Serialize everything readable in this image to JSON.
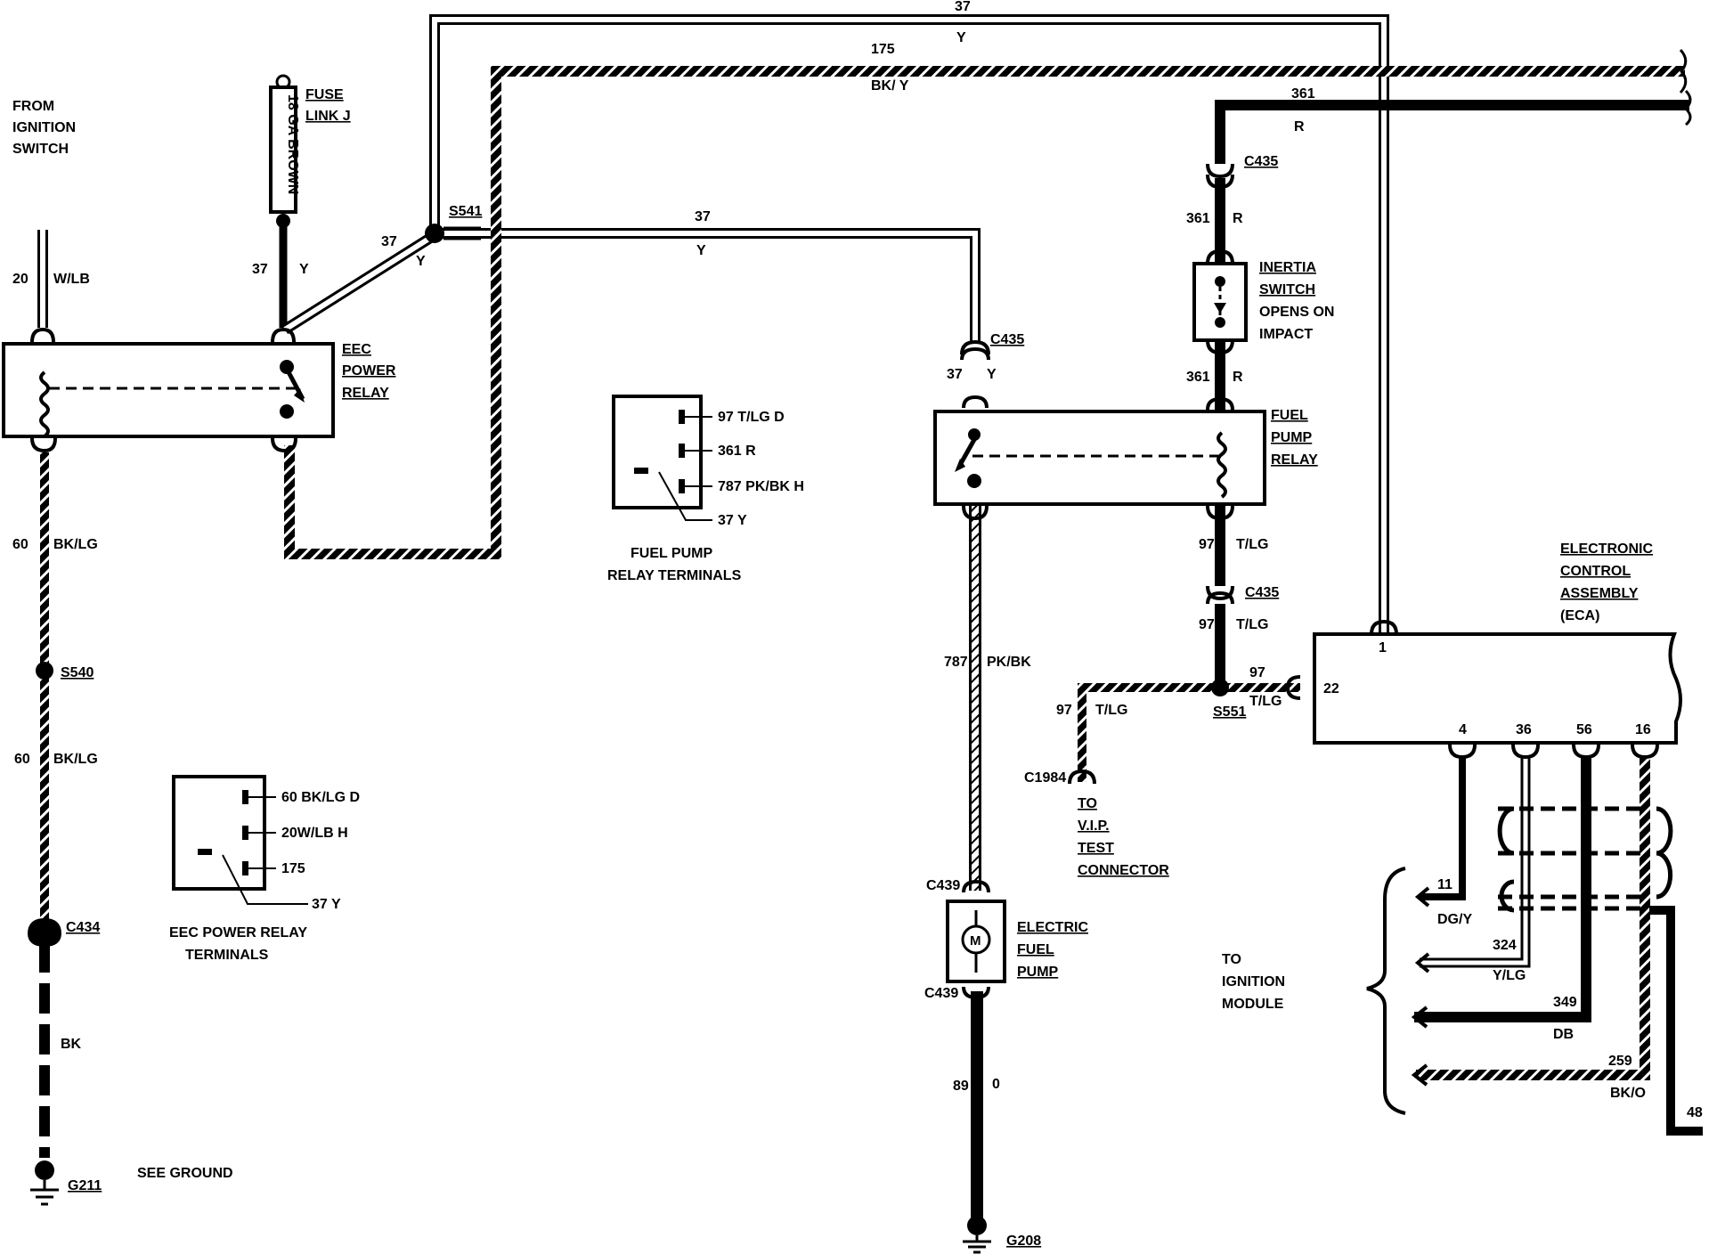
{
  "labels": {
    "from_ignition": [
      "FROM",
      "IGNITION",
      "SWITCH"
    ],
    "fuse": [
      "FUSE",
      "LINK J"
    ],
    "fuse_wire": "18 GA BROWN",
    "eec_relay": [
      "EEC",
      "POWER",
      "RELAY"
    ],
    "fuel_pump_relay": [
      "FUEL",
      "PUMP",
      "RELAY"
    ],
    "inertia": [
      "INERTIA",
      "SWITCH",
      "OPENS ON",
      "IMPACT"
    ],
    "eca": [
      "ELECTRONIC",
      "CONTROL",
      "ASSEMBLY",
      "(ECA)"
    ],
    "electric_fuel_pump": [
      "ELECTRIC",
      "FUEL",
      "PUMP"
    ],
    "vip": [
      "TO",
      "V.I.P.",
      "TEST",
      "CONNECTOR"
    ],
    "ignition_module": [
      "TO",
      "IGNITION",
      "MODULE"
    ],
    "see_ground": "SEE GROUND",
    "fp_terminals_title": [
      "FUEL PUMP",
      "RELAY TERMINALS"
    ],
    "eec_terminals_title": [
      "EEC POWER RELAY",
      "TERMINALS"
    ]
  },
  "wires": {
    "w20": "20",
    "w20_color": "W/LB",
    "w60": "60",
    "w60_color": "BK/LG",
    "w60b": "60",
    "w60b_color": "BK/LG",
    "bk": "BK",
    "w37_fuse": "37",
    "w37_fuse_color": "Y",
    "w37_diag": "37",
    "w37_diag_color": "Y",
    "w37_top": "37",
    "w37_top_color": "Y",
    "w175": "175",
    "w175_color": "BK/ Y",
    "w361_top": "361",
    "w361_top_color": "R",
    "w361_a": "361",
    "w361_a_color": "R",
    "w361_b": "361",
    "w361_b_color": "R",
    "w37_mid": "37",
    "w37_mid_color": "Y",
    "w37_c435": "37",
    "w37_c435_color": "Y",
    "w97_a": "97",
    "w97_a_color": "T/LG",
    "w97_b": "97",
    "w97_b_color": "T/LG",
    "w97_c": "97",
    "w97_c_color": "T/LG",
    "w97_d": "97",
    "w97_d_color": "T/LG",
    "w787": "787",
    "w787_color": "PK/BK",
    "w89": "89",
    "w89_color": "0",
    "w11": "11",
    "w11_color": "DG/Y",
    "w324": "324",
    "w324_color": "Y/LG",
    "w349": "349",
    "w349_color": "DB",
    "w259": "259",
    "w259_color": "BK/O",
    "w48": "48"
  },
  "connectors": {
    "s541": "S541",
    "s540": "S540",
    "s551": "S551",
    "c434": "C434",
    "c435_top": "C435",
    "c435_mid": "C435",
    "c435_low": "C435",
    "c439_top": "C439",
    "c439_bot": "C439",
    "c1984": "C1984",
    "g211": "G211",
    "g208": "G208"
  },
  "eca_pins": {
    "p1": "1",
    "p22": "22",
    "p4": "4",
    "p36": "36",
    "p56": "56",
    "p16": "16"
  },
  "fp_terminals": [
    "97 T/LG D",
    "361 R",
    "787 PK/BK H",
    "37 Y"
  ],
  "eec_terminals": [
    "60 BK/LG D",
    "20W/LB H",
    "175",
    "37 Y"
  ],
  "motor_symbol": "M"
}
